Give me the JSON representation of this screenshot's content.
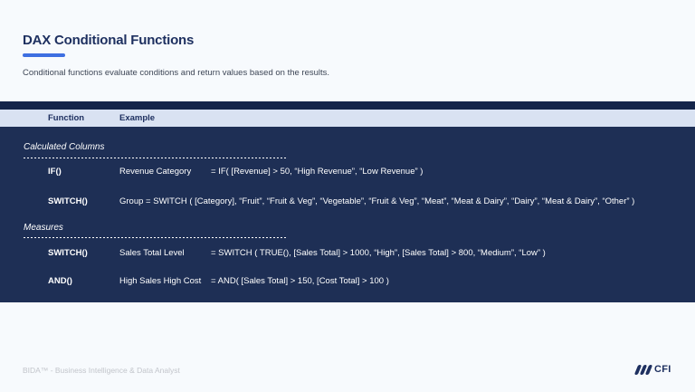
{
  "slide": {
    "title": "DAX Conditional Functions",
    "subtitle": "Conditional functions evaluate conditions and return values based on the results.",
    "footer": "BIDA™ - Business Intelligence & Data Analyst",
    "logo_text": "CFI"
  },
  "table": {
    "headers": {
      "function": "Function",
      "example": "Example"
    },
    "sections": [
      {
        "label": "Calculated Columns",
        "rows": [
          {
            "function": "IF()",
            "name": "Revenue Category",
            "example": "= IF( [Revenue] > 50, “High Revenue”, “Low Revenue” )"
          },
          {
            "function": "SWITCH()",
            "name": "",
            "example": "Group = SWITCH ( [Category], “Fruit”, “Fruit & Veg”, “Vegetable”, “Fruit & Veg”, “Meat”, “Meat & Dairy”, “Dairy”, “Meat & Dairy”, “Other” )"
          }
        ]
      },
      {
        "label": "Measures",
        "rows": [
          {
            "function": "SWITCH()",
            "name": "Sales Total Level",
            "example": "= SWITCH ( TRUE(), [Sales Total] > 1000, “High”, [Sales Total] > 800, “Medium”, “Low” )"
          },
          {
            "function": "AND()",
            "name": "High Sales High Cost",
            "example": "= AND( [Sales Total] > 150, [Cost Total] > 100 )"
          }
        ]
      }
    ]
  },
  "colors": {
    "background": "#f7fafd",
    "panel_navy": "#1e2f55",
    "strip_navy": "#15254a",
    "header_row": "#d9e2f2",
    "brand_navy": "#1e3060",
    "accent_blue": "#3e6fe1"
  }
}
